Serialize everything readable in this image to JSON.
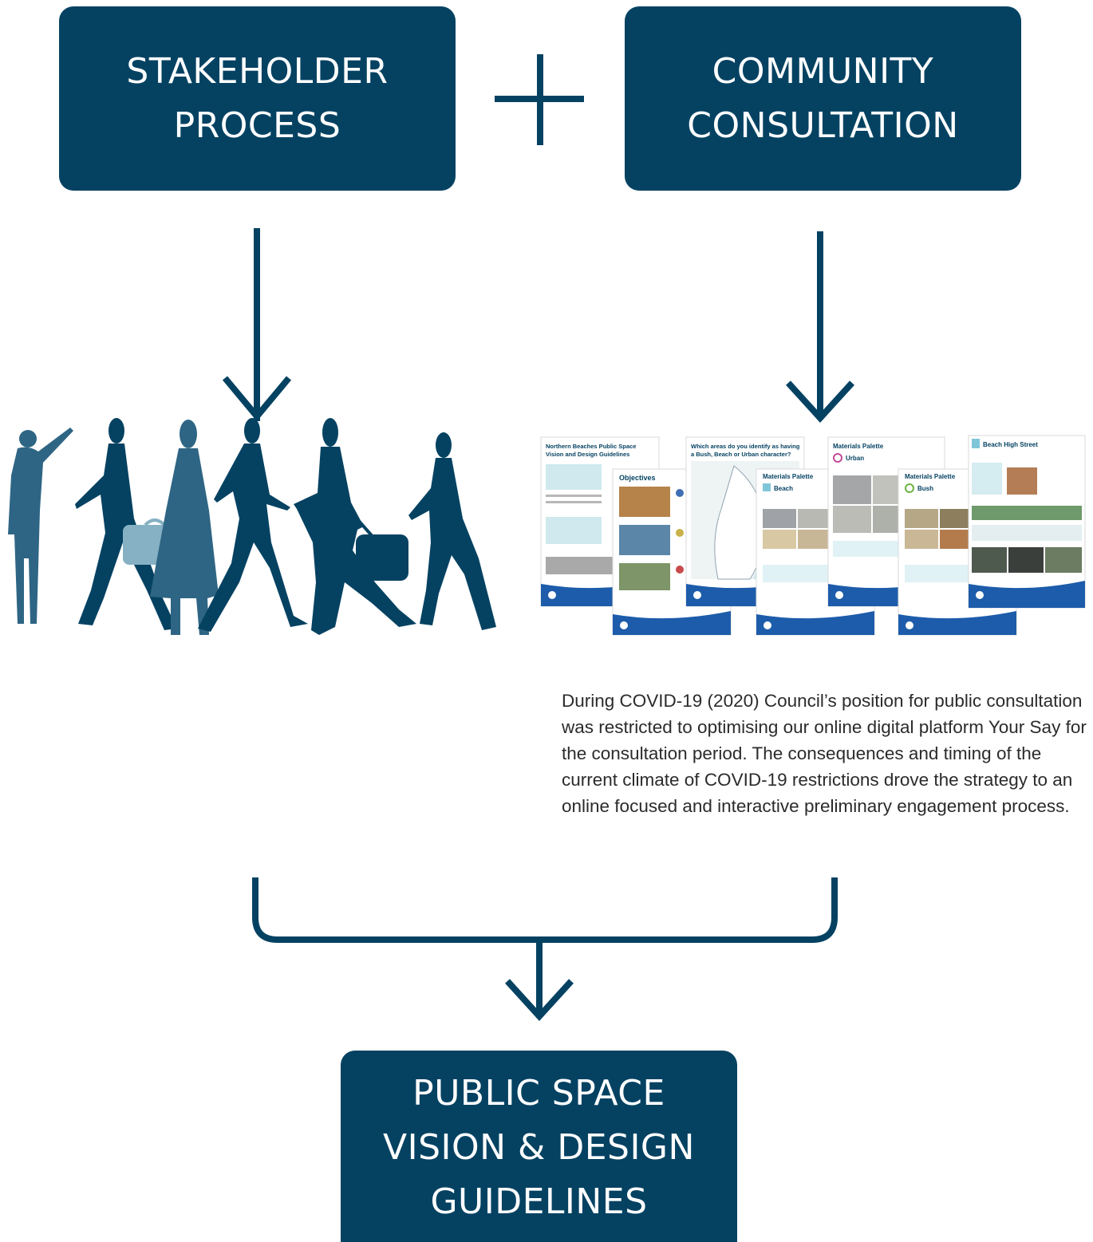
{
  "boxes": {
    "stakeholder": {
      "line1": "STAKEHOLDER",
      "line2": "PROCESS"
    },
    "community": {
      "line1": "COMMUNITY",
      "line2": "CONSULTATION"
    },
    "outcome": {
      "line1": "PUBLIC SPACE",
      "line2": "VISION & DESIGN",
      "line3": "GUIDELINES"
    }
  },
  "plus_symbol": "+",
  "description": "During COVID-19 (2020) Council’s position for public consultation was restricted to optimising our online digital platform Your Say for the consultation period. The consequences and timing of the current climate of COVID-19 restrictions drove the strategy to an online focused and interactive preliminary engagement process.",
  "documents": [
    {
      "title": "Northern Beaches Public Space Vision and Design Guidelines"
    },
    {
      "title": "Objectives"
    },
    {
      "title": "Which areas do you identify as having a Bush, Beach or Urban character?"
    },
    {
      "title": "Materials Palette",
      "subtitle": "Beach"
    },
    {
      "title": "Materials Palette",
      "subtitle": "Urban"
    },
    {
      "title": "Materials Palette",
      "subtitle": "Bush"
    },
    {
      "title": "Beach High Street"
    }
  ],
  "colors": {
    "primary": "#054262",
    "figure_light": "#2e6584",
    "suitcase_light": "#86b1c4",
    "doc_footer": "#1d5caa"
  }
}
